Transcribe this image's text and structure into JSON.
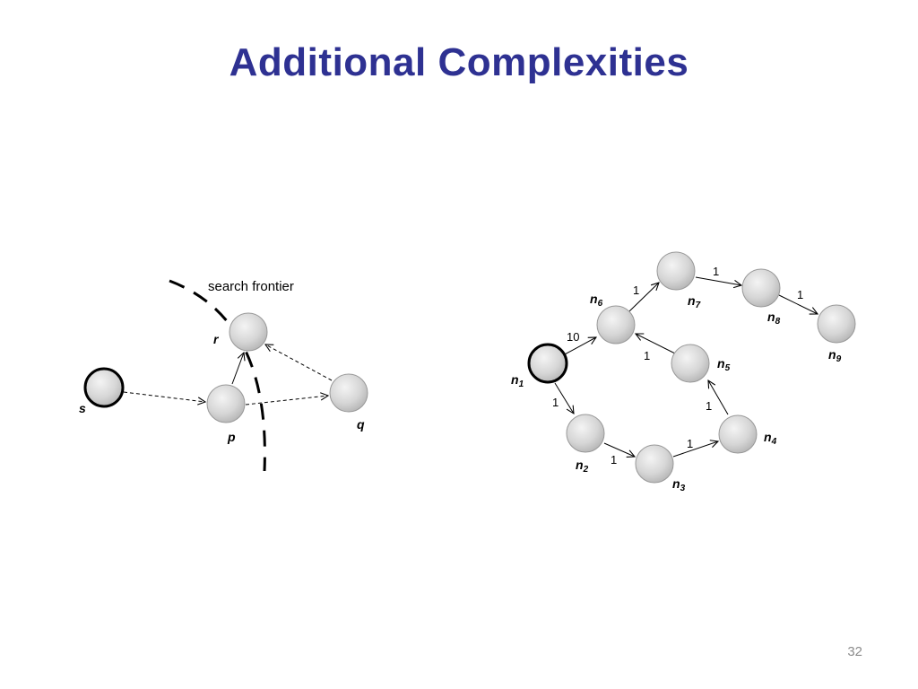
{
  "slide": {
    "title": "Additional Complexities",
    "slide_number": "32"
  },
  "left_diagram": {
    "frontier_label": "search frontier",
    "nodes": {
      "s": "s",
      "p": "p",
      "r": "r",
      "q": "q"
    }
  },
  "right_diagram": {
    "nodes": [
      {
        "id": "n1",
        "base": "n",
        "sub": "1"
      },
      {
        "id": "n2",
        "base": "n",
        "sub": "2"
      },
      {
        "id": "n3",
        "base": "n",
        "sub": "3"
      },
      {
        "id": "n4",
        "base": "n",
        "sub": "4"
      },
      {
        "id": "n5",
        "base": "n",
        "sub": "5"
      },
      {
        "id": "n6",
        "base": "n",
        "sub": "6"
      },
      {
        "id": "n7",
        "base": "n",
        "sub": "7"
      },
      {
        "id": "n8",
        "base": "n",
        "sub": "8"
      },
      {
        "id": "n9",
        "base": "n",
        "sub": "9"
      }
    ],
    "edges": [
      {
        "from": "n1",
        "to": "n6",
        "weight": "10"
      },
      {
        "from": "n1",
        "to": "n2",
        "weight": "1"
      },
      {
        "from": "n2",
        "to": "n3",
        "weight": "1"
      },
      {
        "from": "n3",
        "to": "n4",
        "weight": "1"
      },
      {
        "from": "n4",
        "to": "n5",
        "weight": "1"
      },
      {
        "from": "n5",
        "to": "n6",
        "weight": "1"
      },
      {
        "from": "n6",
        "to": "n7",
        "weight": "1"
      },
      {
        "from": "n7",
        "to": "n8",
        "weight": "1"
      },
      {
        "from": "n8",
        "to": "n9",
        "weight": "1"
      }
    ]
  }
}
